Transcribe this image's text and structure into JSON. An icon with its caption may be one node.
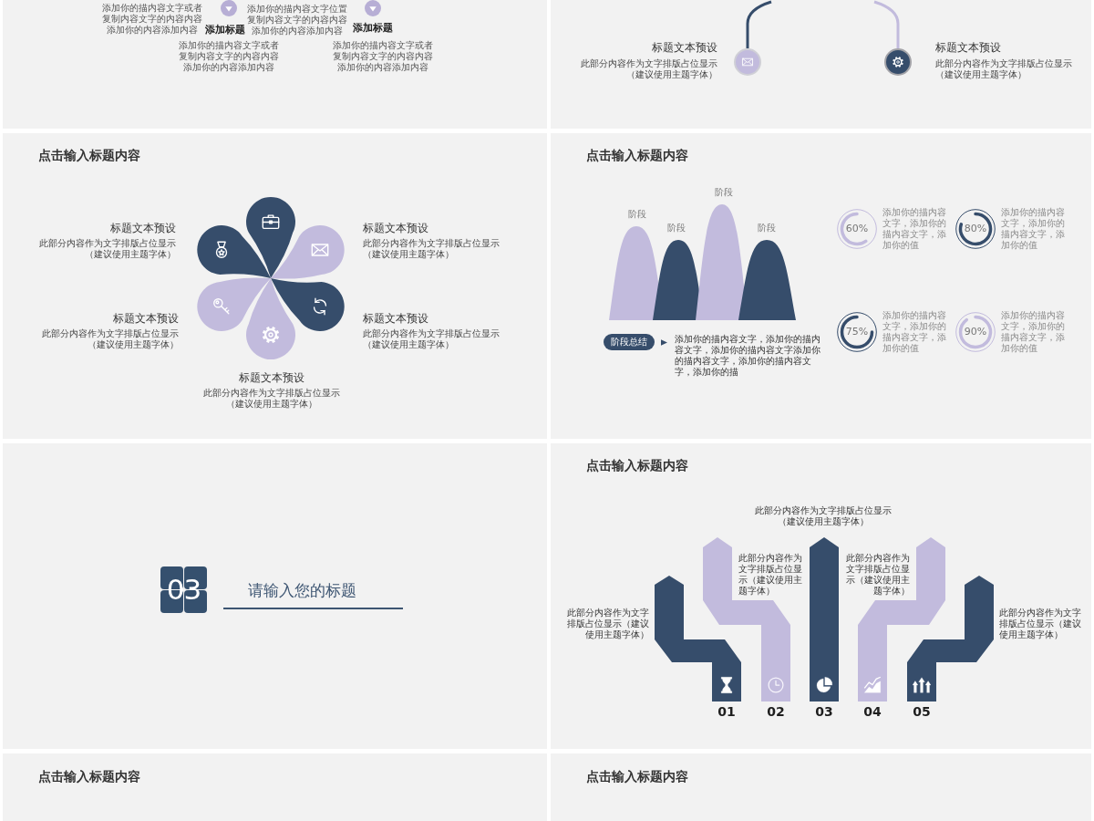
{
  "diagram": {
    "nodes": [
      {
        "text": [
          "添加你的描内容文字或者复制内容文字的内容内容添加你的内容添加内容",
          "添加标题",
          "添加你的描内容文字或者复制内容文字的内容内容添加你的内容添加内容",
          "添加你的描内容文字位置复制内容文字的内容内容添加你的内容添加内容",
          "添加标题",
          "添加你的描内容文字或者复制内容文字的内容内容添加你的内容添加内容"
        ]
      },
      {
        "text": [
          "标题文本预设",
          "此部分内容作为文字排版占位显示（建议使用主题字体）",
          "标题文本预设",
          "此部分内容作为文字排版占位显示（建议使用主题字体）"
        ]
      },
      {
        "text": [],
        "shape": "circle",
        "in": 1
      },
      {
        "text": [],
        "shape": "circle",
        "in": 1
      },
      {
        "text": [
          "点击输入标题内容",
          "标题文本预设",
          "此部分内容作为文字排版占位显示（建议使用主题字体）",
          "标题文本预设",
          "此部分内容作为文字排版占位显示（建议使用主题字体）",
          "标题文本预设",
          "此部分内容作为文字排版占位显示（建议使用主题字体）",
          "标题文本预设",
          "此部分内容作为文字排版占位显示（建议使用主题字体）",
          "标题文本预设",
          "此部分内容作为文字排版占位显示（建议使用主题字体）"
        ]
      },
      {
        "text": [
          "点击输入标题内容",
          "阶段",
          "阶段",
          "阶段",
          "阶段",
          "添加你的描内容文字，添加你的描内容文字，添加你的描内容文字添加你的描内容文字，添加你的描内容文字，添加你的描"
        ]
      },
      {
        "text": [
          "阶段总结"
        ],
        "in": 5
      },
      {
        "text": [
          "60%"
        ],
        "in": 5,
        "beside": [
          "添加你的描内容文字，添加你的描内容文字，添加你的值"
        ]
      },
      {
        "text": [
          "80%"
        ],
        "in": 5,
        "beside": [
          "添加你的描内容文字，添加你的描内容文字，添加你的值"
        ]
      },
      {
        "text": [
          "75%"
        ],
        "in": 5,
        "beside": [
          "添加你的描内容文字，添加你的描内容文字，添加你的值"
        ]
      },
      {
        "text": [
          "90%"
        ],
        "in": 5,
        "beside": [
          "添加你的描内容文字，添加你的描内容文字，添加你的值"
        ]
      },
      {
        "text": [
          "请输入您的标题"
        ]
      },
      {
        "text": [
          "03"
        ],
        "in": 11
      },
      {
        "text": [
          "点击输入标题内容",
          "此部分内容作为文字排版占位显示（建议使用主题字体）",
          "此部分内容作为文字排版占位显示（建议使用主题字体）",
          "此部分内容作为文字排版占位显示（建议使用主题字体）",
          "此部分内容作为文字排版占位显示（建议使用主题字体）",
          "此部分内容作为文字排版占位显示（建议使用主题字体）",
          "01",
          "02",
          "03",
          "04",
          "05"
        ]
      },
      {
        "text": [
          "点击输入标题内容"
        ]
      },
      {
        "text": [
          "点击输入标题内容"
        ]
      }
    ],
    "edges": [
      {
        "from": null,
        "to": 2,
        "arrow": "none",
        "color": "#364d6b"
      },
      {
        "from": null,
        "to": 3,
        "arrow": "none",
        "color": "#c2bbdd"
      }
    ]
  }
}
